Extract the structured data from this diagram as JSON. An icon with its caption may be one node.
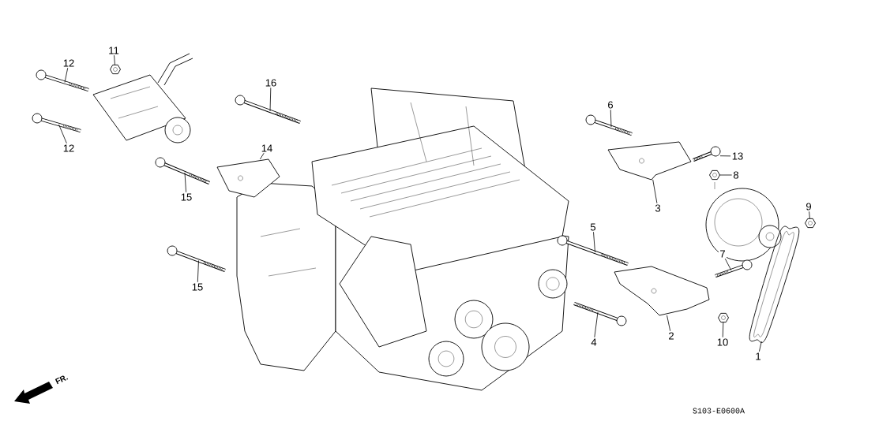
{
  "diagram": {
    "nodes": [
      {
        "text": [
          "11"
        ]
      },
      {
        "text": [
          "12"
        ]
      },
      {
        "text": [
          "16"
        ]
      },
      {
        "text": [
          "6"
        ]
      },
      {
        "text": [
          "13"
        ]
      },
      {
        "text": [
          "14"
        ]
      },
      {
        "text": [
          "12"
        ]
      },
      {
        "text": [
          "8"
        ]
      },
      {
        "text": [
          "15"
        ]
      },
      {
        "text": [
          "3"
        ]
      },
      {
        "text": [
          "9"
        ]
      },
      {
        "text": [
          "5"
        ]
      },
      {
        "text": [
          "7"
        ]
      },
      {
        "text": [
          "15"
        ]
      },
      {
        "text": [
          "2"
        ]
      },
      {
        "text": [
          "4"
        ]
      },
      {
        "text": [
          "10"
        ]
      },
      {
        "text": [
          "1"
        ]
      },
      {
        "text": [],
        "shape": "picture"
      },
      {
        "text": [],
        "shape": "picture"
      },
      {
        "text": [],
        "shape": "picture"
      },
      {
        "text": [],
        "shape": "picture"
      },
      {
        "text": [],
        "shape": "picture"
      },
      {
        "text": [],
        "shape": "picture"
      },
      {
        "text": [],
        "shape": "picture"
      },
      {
        "text": [],
        "shape": "picture"
      },
      {
        "text": [],
        "shape": "picture"
      },
      {
        "text": [],
        "shape": "picture"
      },
      {
        "text": [],
        "shape": "picture"
      },
      {
        "text": [],
        "shape": "picture"
      },
      {
        "text": [],
        "shape": "picture"
      },
      {
        "text": [],
        "shape": "picture"
      },
      {
        "text": [],
        "shape": "picture"
      },
      {
        "text": [],
        "shape": "picture"
      },
      {
        "text": [],
        "shape": "picture"
      },
      {
        "text": [],
        "shape": "picture"
      }
    ],
    "edges": [
      {
        "from": 0,
        "to": 18,
        "arrow": "none"
      },
      {
        "from": 1,
        "to": 19,
        "arrow": "none"
      },
      {
        "from": 2,
        "to": 20,
        "arrow": "none"
      },
      {
        "from": 3,
        "to": 21,
        "arrow": "none"
      },
      {
        "from": 4,
        "to": 22,
        "arrow": "none"
      },
      {
        "from": 5,
        "to": 23,
        "arrow": "none"
      },
      {
        "from": 6,
        "to": 24,
        "arrow": "none"
      },
      {
        "from": 7,
        "to": 25,
        "arrow": "none"
      },
      {
        "from": 8,
        "to": 26,
        "arrow": "none"
      },
      {
        "from": 9,
        "to": 27,
        "arrow": "none"
      },
      {
        "from": 10,
        "to": 28,
        "arrow": "none"
      },
      {
        "from": 11,
        "to": 29,
        "arrow": "none"
      },
      {
        "from": 12,
        "to": 30,
        "arrow": "none"
      },
      {
        "from": 13,
        "to": 31,
        "arrow": "none"
      },
      {
        "from": 14,
        "to": 32,
        "arrow": "none"
      },
      {
        "from": 15,
        "to": 33,
        "arrow": "none"
      },
      {
        "from": 16,
        "to": 34,
        "arrow": "none"
      },
      {
        "from": 17,
        "to": 35,
        "arrow": "none"
      }
    ],
    "labels": [
      "FR.",
      "S103-E0600A"
    ]
  }
}
